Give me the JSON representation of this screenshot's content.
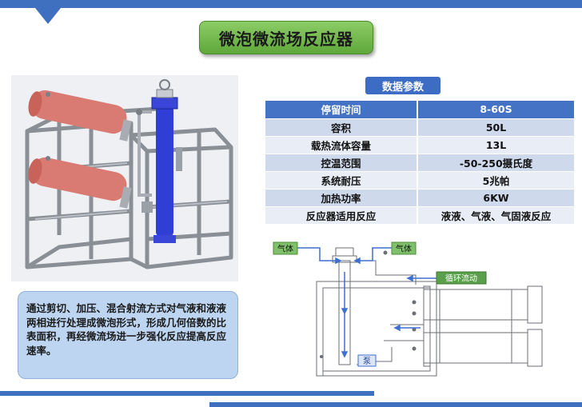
{
  "page": {
    "title": "微泡微流场反应器"
  },
  "description": {
    "text": "通过剪切、加压、混合射流方式对气液和液液两相进行处理成微泡形式，形成几何倍数的比表面积，再经微流场进一步强化反应提高反应速率。"
  },
  "specs": {
    "header": "数据参数",
    "rows": [
      {
        "key": "停留时间",
        "value": "8-60S"
      },
      {
        "key": "容积",
        "value": "50L"
      },
      {
        "key": "载热流体容量",
        "value": "13L"
      },
      {
        "key": "控温范围",
        "value": "-50-250摄氏度"
      },
      {
        "key": "系统耐压",
        "value": "5兆帕"
      },
      {
        "key": "加热功率",
        "value": "6KW"
      },
      {
        "key": "反应器适用反应",
        "value": "液液、气液、气固液反应"
      }
    ]
  },
  "schematic": {
    "gas_left": "气体",
    "gas_right": "气体",
    "circulation": "循环流动",
    "pump": "泵"
  },
  "colors": {
    "accent_blue": "#3f6fbf",
    "title_green": "#6fb84a",
    "table_header": "#4472c4"
  }
}
